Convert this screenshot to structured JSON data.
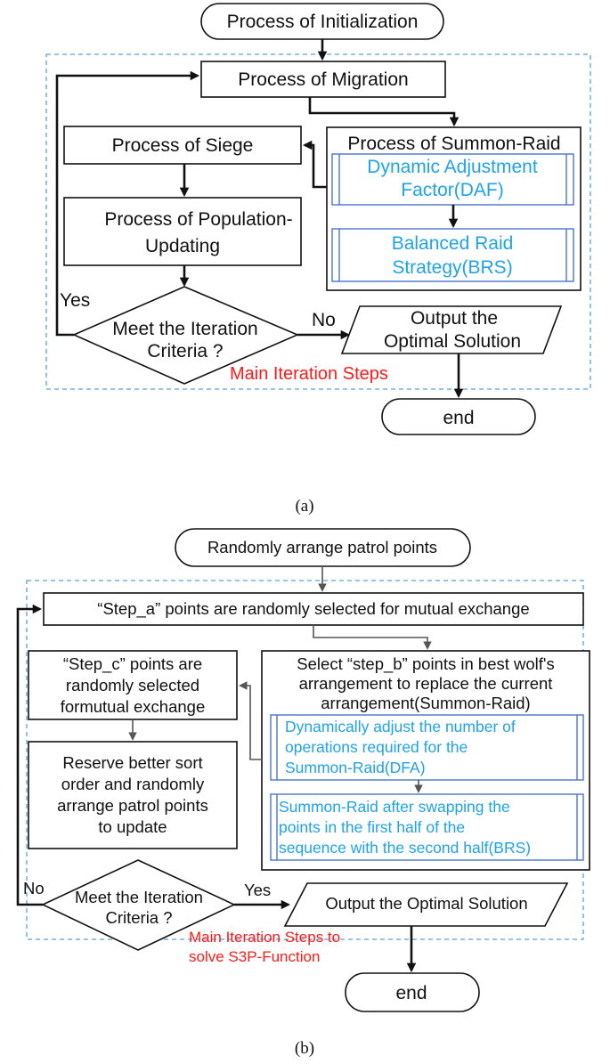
{
  "diagram_a": {
    "start": "Process of Initialization",
    "migration": "Process of Migration",
    "siege": "Process of Siege",
    "population_line1": "Process of Population-",
    "population_line2": "Updating",
    "summon_raid": "Process of Summon-Raid",
    "daf_line1": "Dynamic Adjustment",
    "daf_line2": "Factor(DAF)",
    "brs_line1": "Balanced Raid",
    "brs_line2": "Strategy(BRS)",
    "decision_line1": "Meet the Iteration",
    "decision_line2": "Criteria ?",
    "yes": "Yes",
    "no": "No",
    "output_line1": "Output the",
    "output_line2": "Optimal Solution",
    "main_steps": "Main Iteration Steps",
    "end": "end",
    "caption": "(a)"
  },
  "diagram_b": {
    "start": "Randomly arrange patrol points",
    "step_a": "“Step_a”  points are randomly selected for mutual exchange",
    "step_c_line1": "“Step_c”  points are",
    "step_c_line2": "randomly selected",
    "step_c_line3": "formutual exchange",
    "reserve_line1": "Reserve better sort",
    "reserve_line2": "order and randomly",
    "reserve_line3": "arrange patrol points",
    "reserve_line4": "to update",
    "select_line1": "Select  “step_b”  points in best wolf's",
    "select_line2": "arrangement to replace the current",
    "select_line3": "arrangement(Summon-Raid)",
    "dfa_line1": "Dynamically adjust the number of",
    "dfa_line2": "operations required for the",
    "dfa_line3": "Summon-Raid(DFA)",
    "brs_line1": "Summon-Raid after swapping the",
    "brs_line2": "points in the first half of the",
    "brs_line3": "sequence with the second half(BRS)",
    "decision_line1": "Meet the Iteration",
    "decision_line2": "Criteria ?",
    "no": "No",
    "yes": "Yes",
    "output": "Output the Optimal Solution",
    "main_steps_line1": "Main Iteration Steps to",
    "main_steps_line2": "solve S3P-Function",
    "end": "end",
    "caption": "(b)"
  },
  "colors": {
    "blue_text": "#1fa3e6",
    "red_text": "#ff1a1a",
    "inner_box_border": "#4a74c9",
    "dashed_frame": "#5aa0d8"
  }
}
